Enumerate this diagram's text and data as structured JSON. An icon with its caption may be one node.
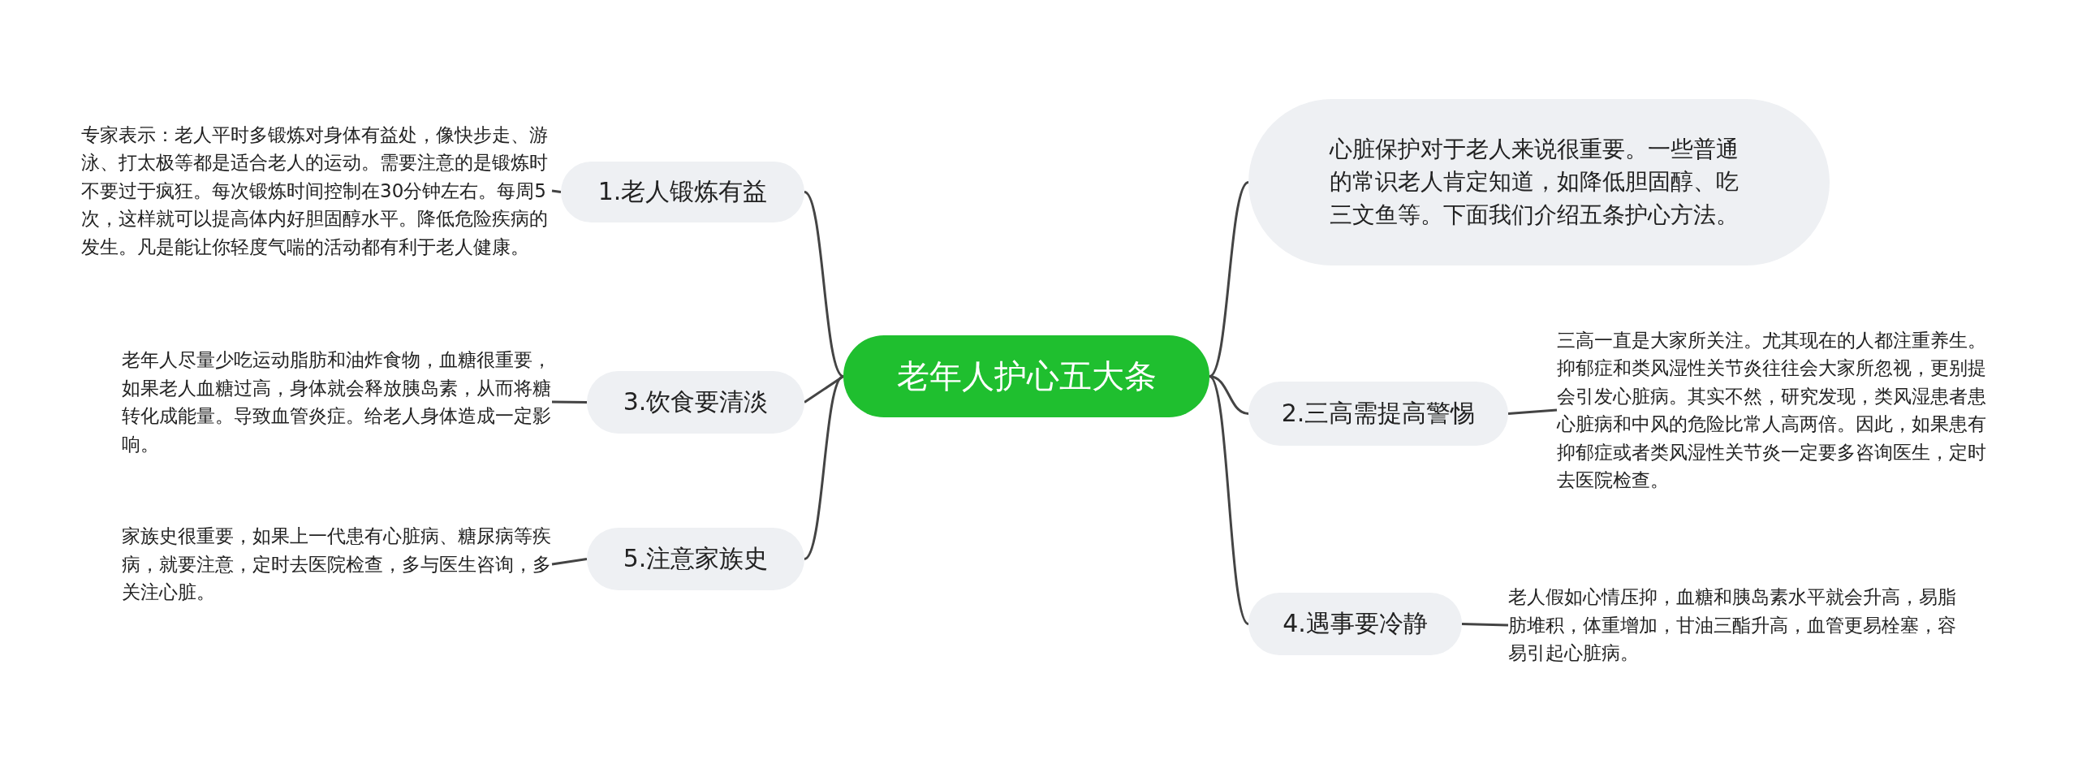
{
  "diagram": {
    "nodes": [
      {
        "text": [
          "老年人护心五大条"
        ]
      },
      {
        "text": [
          "心脏保护对于老人来说很重要。一些普通的常识老人肯定知道，如降低胆固醇、吃三文鱼等。下面我们介绍五条护心方法。"
        ]
      },
      {
        "text": [
          "1.老人锻炼有益"
        ]
      },
      {
        "text": [
          "专家表示：老人平时多锻炼对身体有益处，像快步走、游泳、打太极等都是适合老人的运动。需要注意的是锻炼时不要过于疯狂。每次锻炼时间控制在30分钟左右。每周5次，这样就可以提高体内好胆固醇水平。降低危险疾病的发生。凡是能让你轻度气喘的活动都有利于老人健康。"
        ]
      },
      {
        "text": [
          "2.三高需提高警惕"
        ]
      },
      {
        "text": [
          "三高一直是大家所关注。尤其现在的人都注重养生。抑郁症和类风湿性关节炎往往会大家所忽视，更别提会引发心脏病。其实不然，研究发现，类风湿患者患心脏病和中风的危险比常人高两倍。因此，如果患有抑郁症或者类风湿性关节炎一定要多咨询医生，定时去医院检查。"
        ]
      },
      {
        "text": [
          "3.饮食要清淡"
        ]
      },
      {
        "text": [
          "老年人尽量少吃运动脂肪和油炸食物，血糖很重要，如果老人血糖过高，身体就会释放胰岛素，从而将糖转化成能量。导致血管炎症。给老人身体造成一定影响。"
        ]
      },
      {
        "text": [
          "4.遇事要冷静"
        ]
      },
      {
        "text": [
          "老人假如心情压抑，血糖和胰岛素水平就会升高，易脂肪堆积，体重增加，甘油三酯升高，血管更易栓塞，容易引起心脏病。"
        ]
      },
      {
        "text": [
          "5.注意家族史"
        ]
      },
      {
        "text": [
          "家族史很重要，如果上一代患有心脏病、糖尿病等疾病，就要注意，定时去医院检查，多与医生咨询，多关注心脏。"
        ]
      }
    ],
    "edges": [
      {
        "from": 0,
        "to": 1,
        "arrow": "none"
      },
      {
        "from": 0,
        "to": 2,
        "arrow": "none"
      },
      {
        "from": 2,
        "to": 3,
        "arrow": "none"
      },
      {
        "from": 0,
        "to": 4,
        "arrow": "none"
      },
      {
        "from": 4,
        "to": 5,
        "arrow": "none"
      },
      {
        "from": 0,
        "to": 6,
        "arrow": "none"
      },
      {
        "from": 6,
        "to": 7,
        "arrow": "none"
      },
      {
        "from": 0,
        "to": 8,
        "arrow": "none"
      },
      {
        "from": 8,
        "to": 9,
        "arrow": "none"
      },
      {
        "from": 0,
        "to": 10,
        "arrow": "none"
      },
      {
        "from": 10,
        "to": 11,
        "arrow": "none"
      }
    ]
  }
}
